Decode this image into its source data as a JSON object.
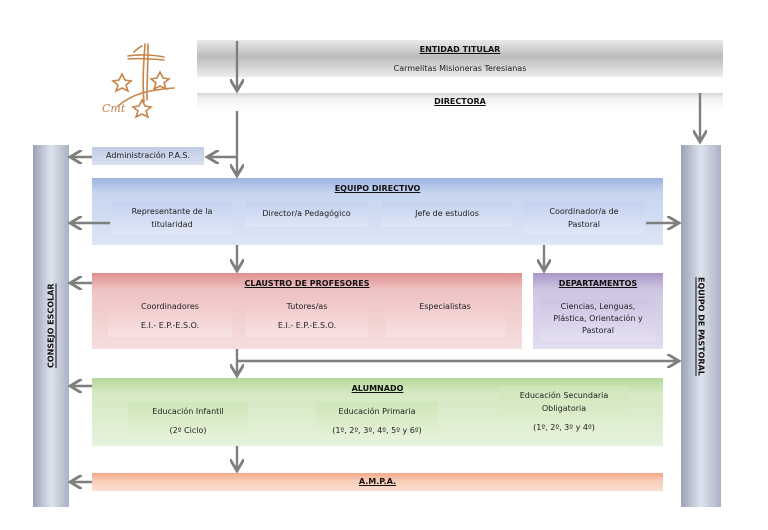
{
  "logo": {
    "text": "Cmt"
  },
  "entidad": {
    "title": "ENTIDAD TITULAR",
    "subtitle": "Carmelitas  Misioneras Teresianas"
  },
  "directora": {
    "title": "DIRECTORA"
  },
  "administracion": {
    "label": "Administración  P.A.S."
  },
  "consejo": {
    "label": "CONSEJO ESCOLAR"
  },
  "pastoral": {
    "label": "EQUIPO DE PASTORAL"
  },
  "equipo_directivo": {
    "title": "EQUIPO DIRECTIVO",
    "items": [
      {
        "line1": "Representante  de la",
        "line2": "titularidad"
      },
      {
        "line1": "Director/a Pedagógico",
        "line2": ""
      },
      {
        "line1": "Jefe de estudios",
        "line2": ""
      },
      {
        "line1": "Coordinador/a  de",
        "line2": "Pastoral"
      }
    ]
  },
  "claustro": {
    "title": "CLAUSTRO DE PROFESORES",
    "items": [
      {
        "line1": "Coordinadores",
        "line2": "E.I.- E.P.-E.S.O."
      },
      {
        "line1": "Tutores/as",
        "line2": "E.I.- E.P.-E.S.O."
      },
      {
        "line1": "Especialistas",
        "line2": ""
      }
    ]
  },
  "departamentos": {
    "title": "DEPARTAMENTOS",
    "line1": "Ciencias,  Lenguas,",
    "line2": "Plástica,  Orientación  y",
    "line3": "Pastoral"
  },
  "alumnado": {
    "title": "ALUMNADO",
    "items": [
      {
        "line1": "Educación  Infantil",
        "line2": "(2º Ciclo)"
      },
      {
        "line1": "Educación  Primaria",
        "line2": "(1º, 2º, 3º, 4º, 5º y 6º)"
      },
      {
        "line1": "Educación  Secundaria",
        "line2": "Obligatoria",
        "line3": "(1º, 2º, 3º y 4º)"
      }
    ]
  },
  "ampa": {
    "title": "A.M.P.A."
  },
  "colors": {
    "arrow": "#7f7f7f",
    "blue": "#9db4e0",
    "red": "#e08f8f",
    "purple": "#a898c8",
    "green": "#b6d89a",
    "orange": "#f3a98a",
    "logo": "#c8854a"
  }
}
